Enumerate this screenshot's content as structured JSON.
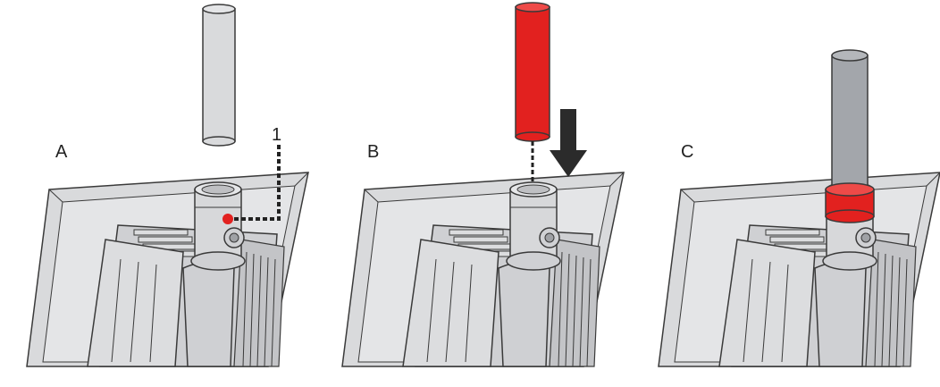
{
  "panels": [
    {
      "label": "A",
      "step": "tube-above-mount"
    },
    {
      "label": "B",
      "step": "insert-tube-into-mount"
    },
    {
      "label": "C",
      "step": "tube-mounted"
    }
  ],
  "callout": {
    "number": "1"
  },
  "colors": {
    "device": "#d9dadc",
    "device_shade": "#c3c4c7",
    "outline": "#3a3a3a",
    "tube_grey": "#a3a6ab",
    "highlight_red": "#e2211f",
    "arrow": "#2b2b2b",
    "background": "#ffffff"
  }
}
